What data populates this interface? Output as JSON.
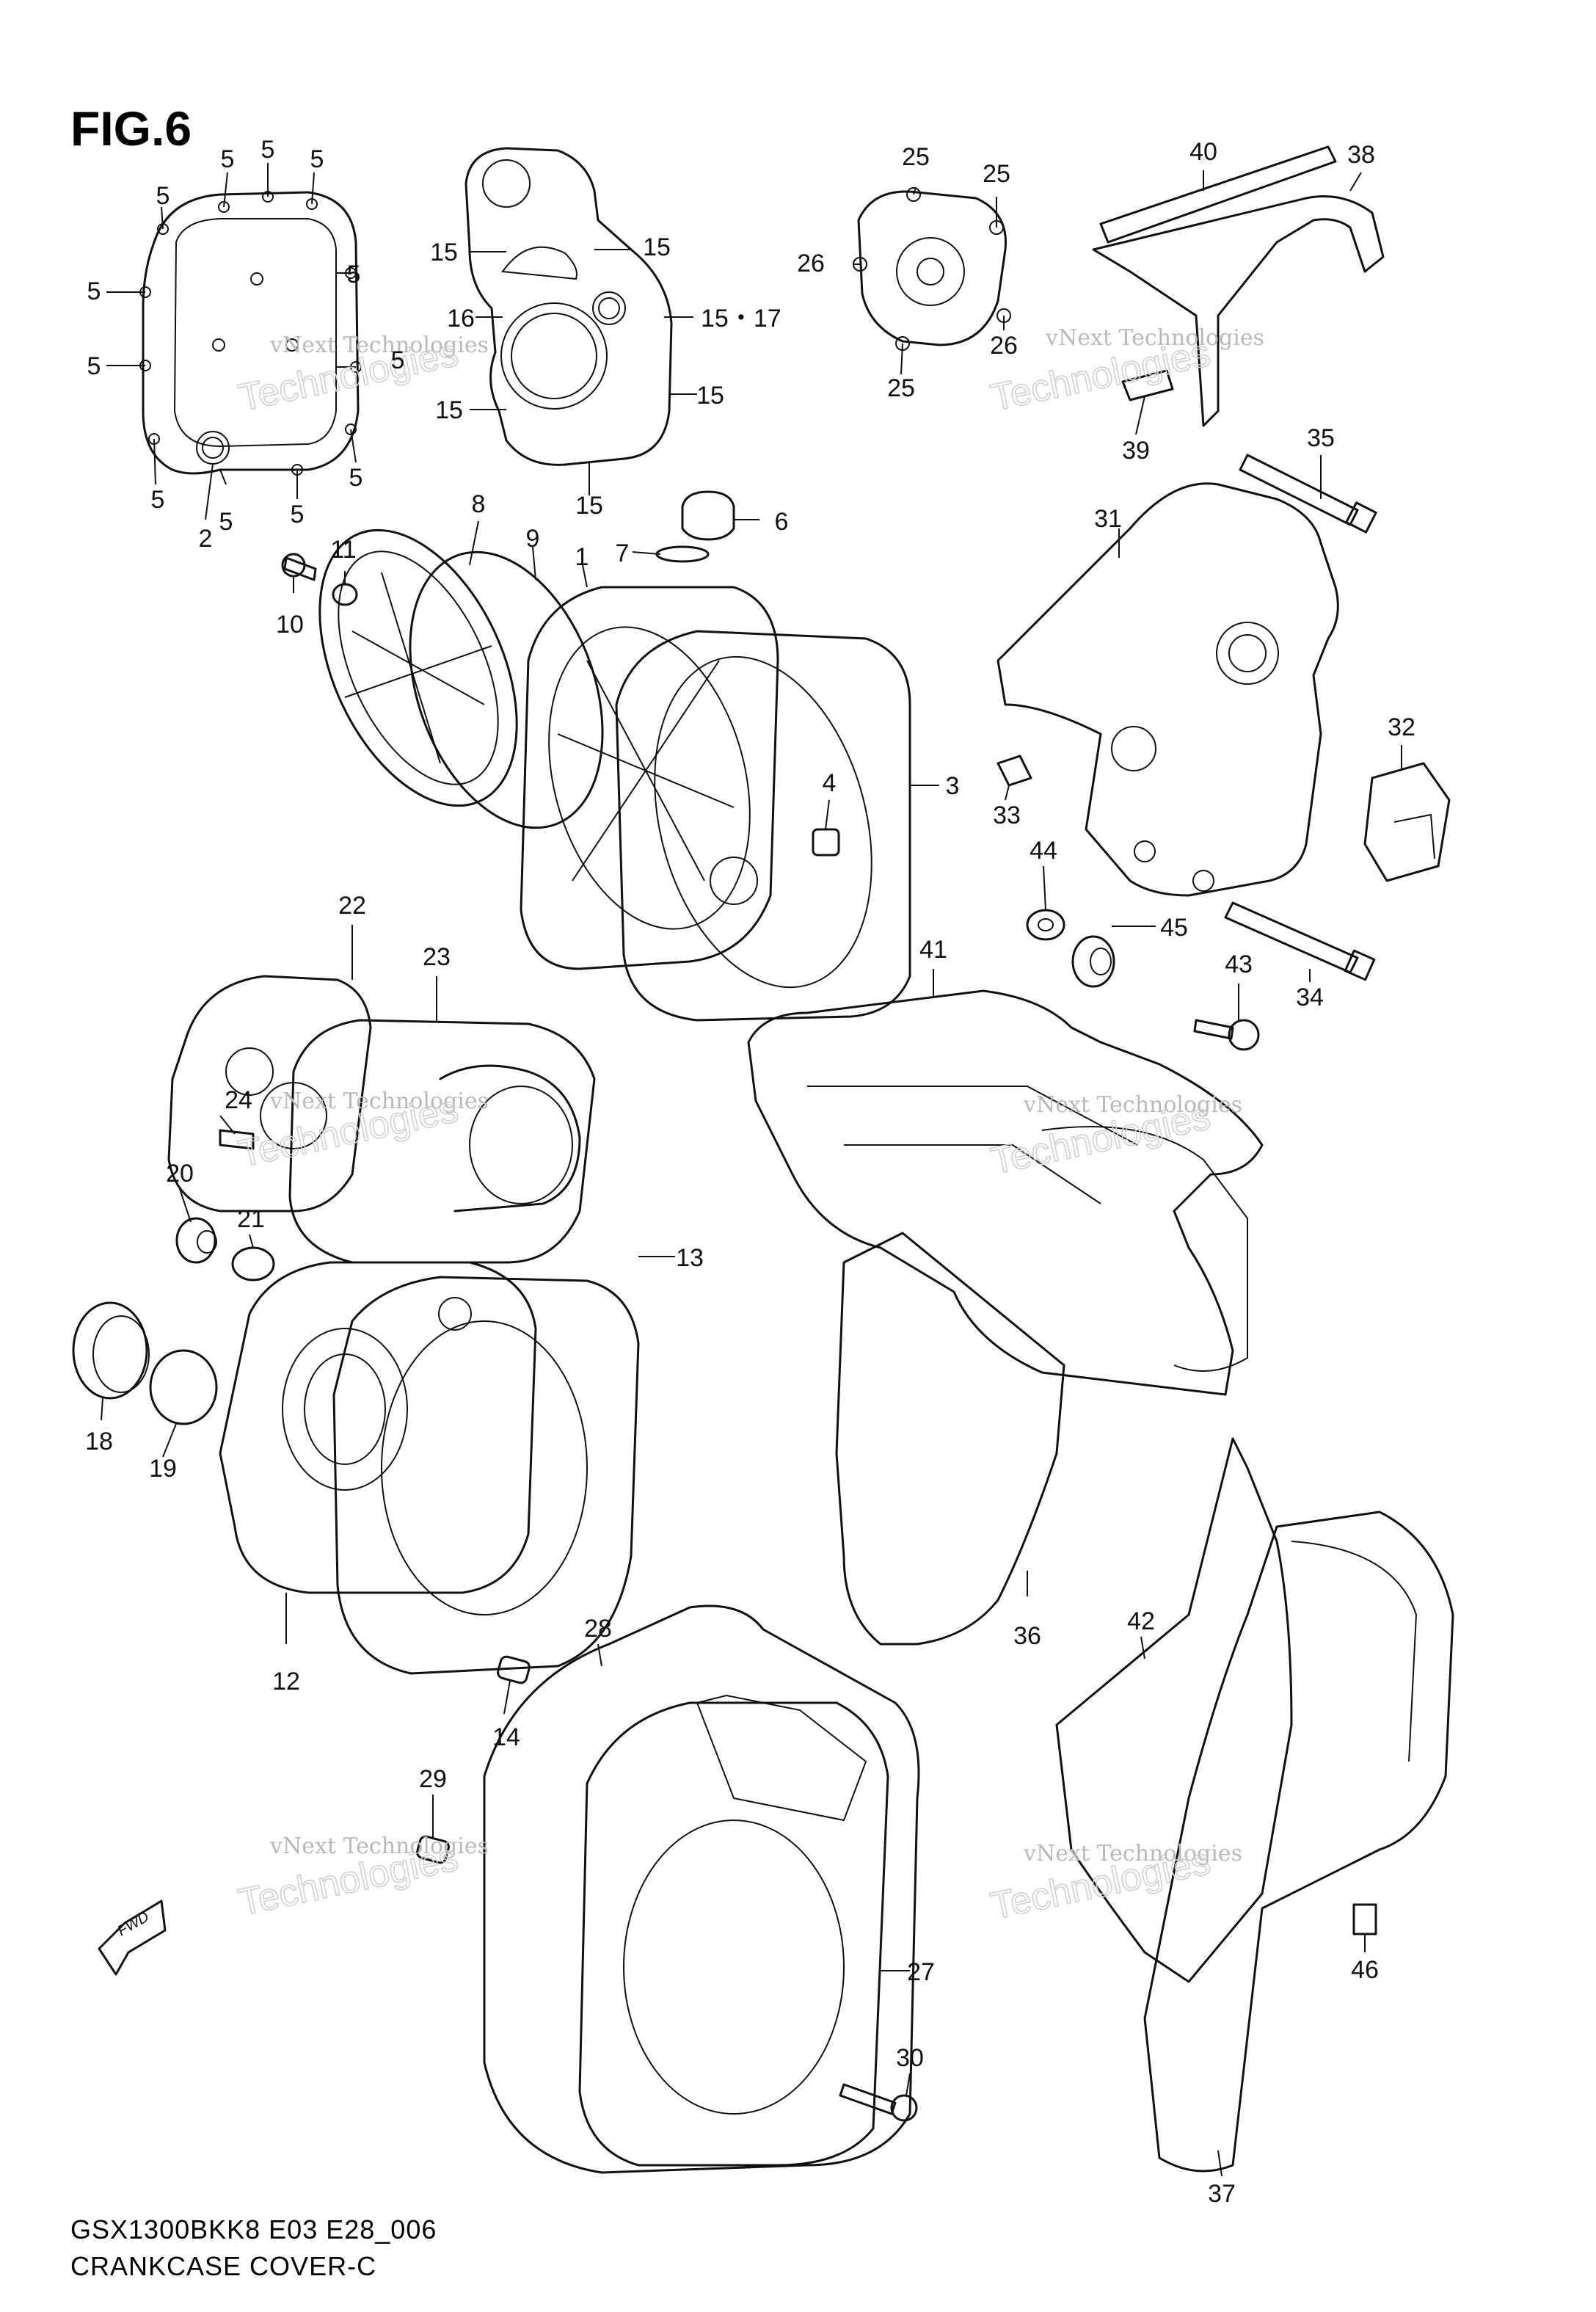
{
  "figure": {
    "title": "FIG.6"
  },
  "footer": {
    "model_code": "GSX1300BKK8 E03 E28_006",
    "section_name": "CRANKCASE COVER-C"
  },
  "watermark": {
    "line1": "vNext Technologies",
    "line2": "Technologies"
  },
  "fwd_label": "FWD",
  "callouts": [
    {
      "id": "c5a",
      "text": "5"
    },
    {
      "id": "c5b",
      "text": "5"
    },
    {
      "id": "c5c",
      "text": "5"
    },
    {
      "id": "c5d",
      "text": "5"
    },
    {
      "id": "c5e",
      "text": "5"
    },
    {
      "id": "c5f",
      "text": "5"
    },
    {
      "id": "c5g",
      "text": "5"
    },
    {
      "id": "c5h",
      "text": "5"
    },
    {
      "id": "c5i",
      "text": "5"
    },
    {
      "id": "c5j",
      "text": "5"
    },
    {
      "id": "c5k",
      "text": "5"
    },
    {
      "id": "c5l",
      "text": "5"
    },
    {
      "id": "c5m",
      "text": "5"
    },
    {
      "id": "c2",
      "text": "2"
    },
    {
      "id": "c15a",
      "text": "15"
    },
    {
      "id": "c15b",
      "text": "15"
    },
    {
      "id": "c16",
      "text": "16"
    },
    {
      "id": "c1517",
      "text": "15・17"
    },
    {
      "id": "c15c",
      "text": "15"
    },
    {
      "id": "c15d",
      "text": "15"
    },
    {
      "id": "c15e",
      "text": "15"
    },
    {
      "id": "c25a",
      "text": "25"
    },
    {
      "id": "c25b",
      "text": "25"
    },
    {
      "id": "c26a",
      "text": "26"
    },
    {
      "id": "c26b",
      "text": "26"
    },
    {
      "id": "c25c",
      "text": "25"
    },
    {
      "id": "c40",
      "text": "40"
    },
    {
      "id": "c38",
      "text": "38"
    },
    {
      "id": "c39",
      "text": "39"
    },
    {
      "id": "c35",
      "text": "35"
    },
    {
      "id": "c31",
      "text": "31"
    },
    {
      "id": "c32",
      "text": "32"
    },
    {
      "id": "c33",
      "text": "33"
    },
    {
      "id": "c44",
      "text": "44"
    },
    {
      "id": "c45",
      "text": "45"
    },
    {
      "id": "c43",
      "text": "43"
    },
    {
      "id": "c34",
      "text": "34"
    },
    {
      "id": "c8",
      "text": "8"
    },
    {
      "id": "c9",
      "text": "9"
    },
    {
      "id": "c1",
      "text": "1"
    },
    {
      "id": "c7",
      "text": "7"
    },
    {
      "id": "c6",
      "text": "6"
    },
    {
      "id": "c11",
      "text": "11"
    },
    {
      "id": "c10",
      "text": "10"
    },
    {
      "id": "c3",
      "text": "3"
    },
    {
      "id": "c4",
      "text": "4"
    },
    {
      "id": "c41",
      "text": "41"
    },
    {
      "id": "c22",
      "text": "22"
    },
    {
      "id": "c23",
      "text": "23"
    },
    {
      "id": "c24",
      "text": "24"
    },
    {
      "id": "c20",
      "text": "20"
    },
    {
      "id": "c21",
      "text": "21"
    },
    {
      "id": "c13",
      "text": "13"
    },
    {
      "id": "c18",
      "text": "18"
    },
    {
      "id": "c19",
      "text": "19"
    },
    {
      "id": "c12",
      "text": "12"
    },
    {
      "id": "c14",
      "text": "14"
    },
    {
      "id": "c36",
      "text": "36"
    },
    {
      "id": "c42",
      "text": "42"
    },
    {
      "id": "c28",
      "text": "28"
    },
    {
      "id": "c29",
      "text": "29"
    },
    {
      "id": "c27",
      "text": "27"
    },
    {
      "id": "c30",
      "text": "30"
    },
    {
      "id": "c37",
      "text": "37"
    },
    {
      "id": "c46",
      "text": "46"
    }
  ]
}
